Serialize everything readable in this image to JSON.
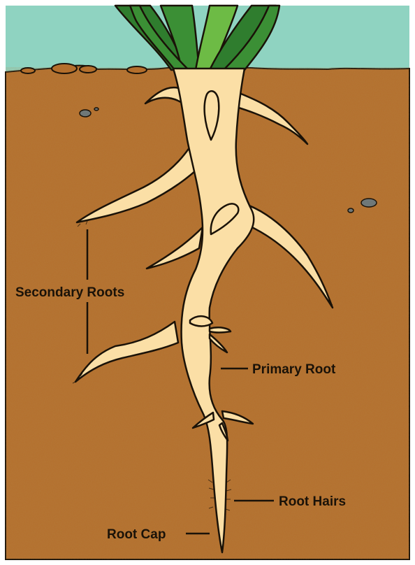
{
  "labels": {
    "secondary_roots": "Secondary Roots",
    "primary_root": "Primary Root",
    "root_hairs": "Root Hairs",
    "root_cap": "Root Cap"
  },
  "colors": {
    "sky": "#8fd3c1",
    "soil": "#b46f2c",
    "soil_dark": "#9c5a22",
    "root": "#fbdfa6",
    "root_outline": "#1a1208",
    "leaf_dark": "#2f7d2e",
    "leaf_light": "#6dbb45",
    "stone": "#6f7878"
  }
}
